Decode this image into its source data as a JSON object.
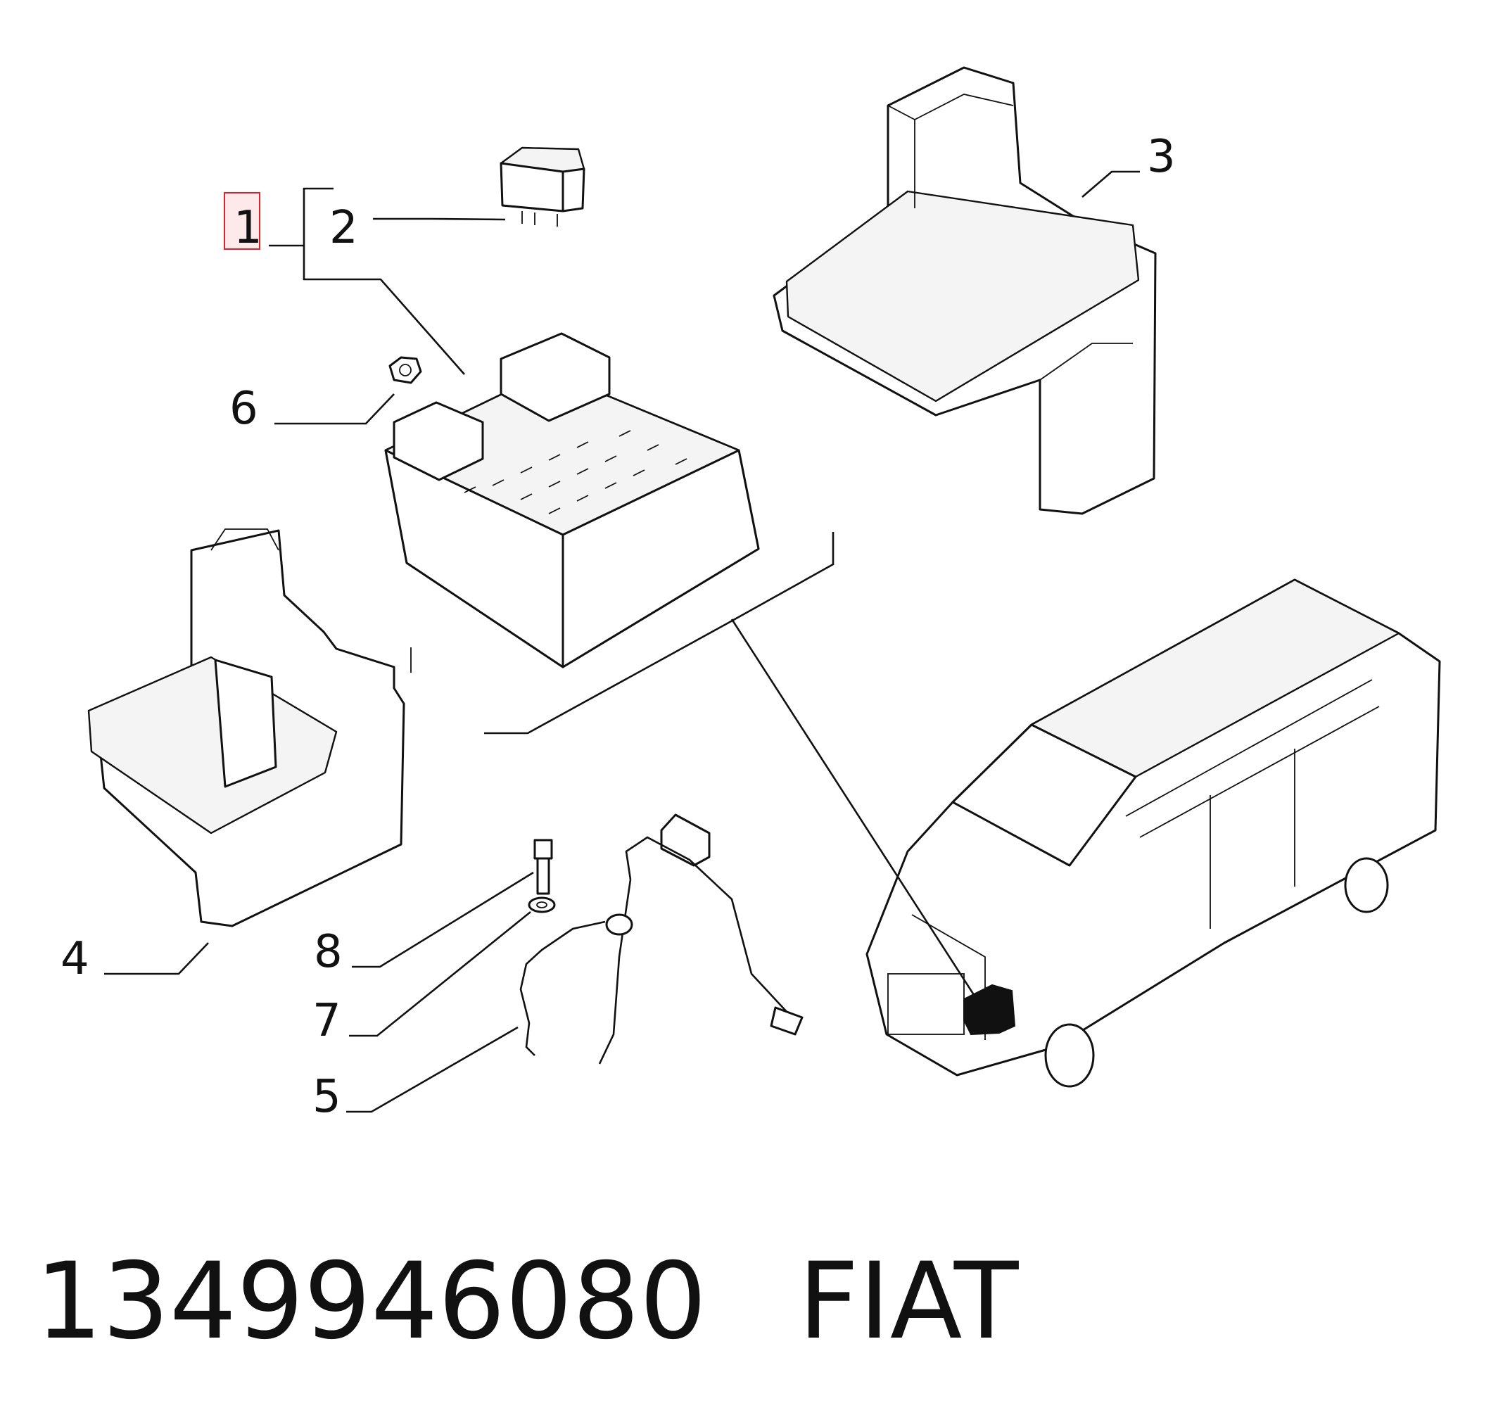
{
  "callouts": {
    "c1": "1",
    "c2": "2",
    "c3": "3",
    "c4": "4",
    "c5": "5",
    "c6": "6",
    "c7": "7",
    "c8": "8"
  },
  "highlighted_callout": "1",
  "highlight_color": "#e0202a",
  "footer": {
    "part_number": "1349946080",
    "brand": "FIAT"
  }
}
